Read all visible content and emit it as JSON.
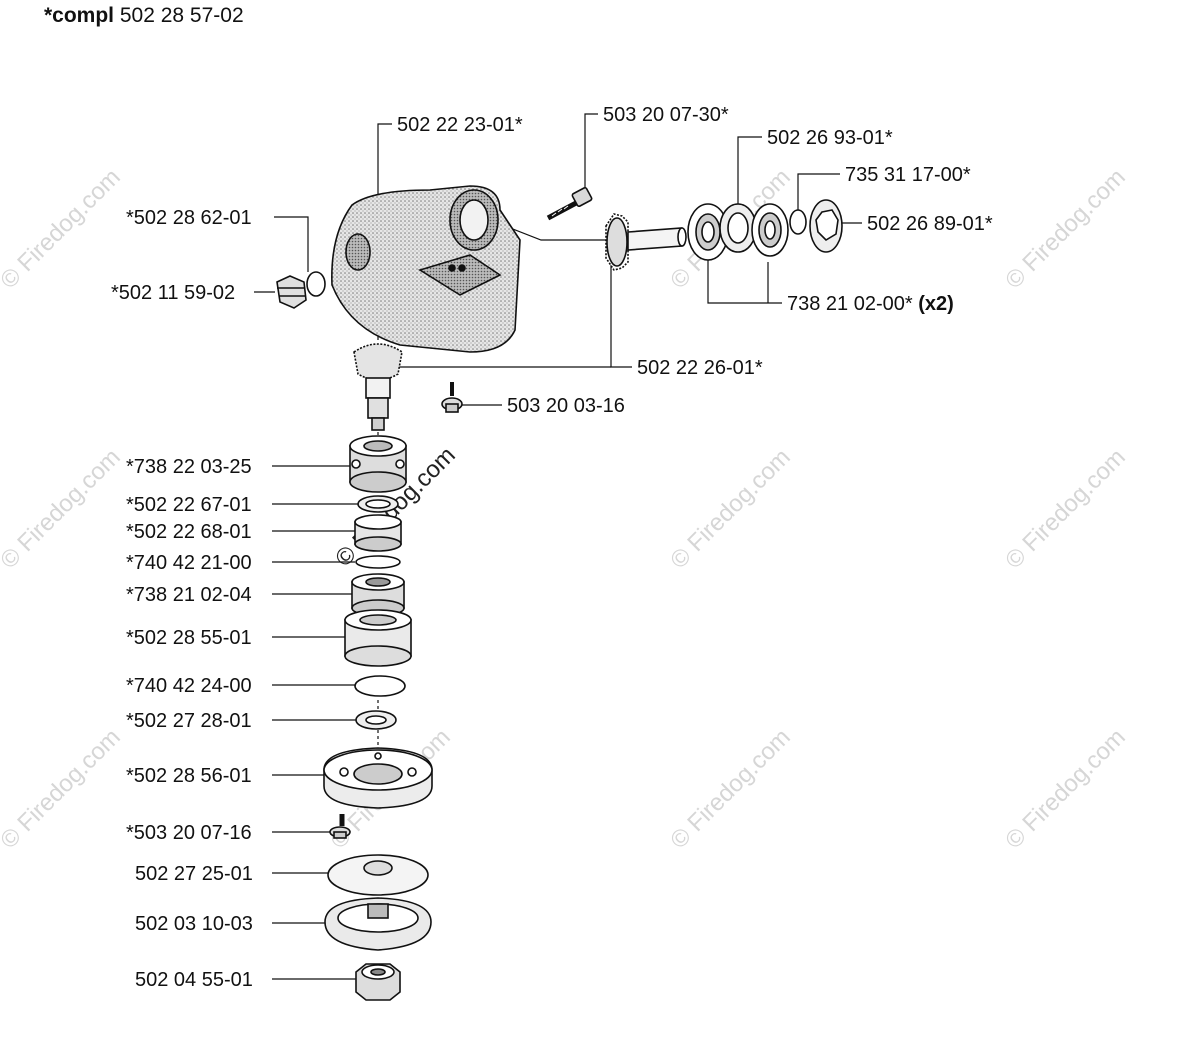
{
  "header": {
    "prefix": "*compl",
    "part_number": "502 28 57-02"
  },
  "labels": {
    "housing": "502 22 23-01*",
    "screw_top": "503 20 07-30*",
    "bearing_cap": "502 26 93-01*",
    "circlip_top": "735 31 17-00*",
    "nut_top": "502 26 89-01*",
    "bearing_pair": "738 21 02-00*",
    "bearing_pair_qty": "(x2)",
    "seal_left": "*502 28 62-01",
    "plug_left": "*502 11 59-02",
    "gear_set": "502 22 26-01*",
    "screw_mid": "503 20 03-16",
    "bearing_1": "*738 22 03-25",
    "spacer_1": "*502 22 67-01",
    "seal_ring": "*502 22 68-01",
    "circlip_1": "*740 42 21-00",
    "bearing_2": "*738 21 02-04",
    "bearing_housing": "*502 28 55-01",
    "oring": "*740 42 24-00",
    "washer": "*502 27 28-01",
    "flange": "*502 28 56-01",
    "screw_bottom": "*503 20 07-16",
    "support_cup": "502 27 25-01",
    "drive_disc": "502 03 10-03",
    "nut_bottom": "502 04 55-01"
  },
  "watermark": {
    "text": "© Firedog.com"
  },
  "colors": {
    "ink": "#111111",
    "shade": "#bdbdbd",
    "watermark": "#d6d6d6"
  },
  "icons": [
    "gear-housing-icon",
    "bevel-gear-icon",
    "ball-bearing-icon",
    "screw-icon",
    "nut-icon",
    "o-ring-icon",
    "washer-icon",
    "flange-icon",
    "disc-icon"
  ]
}
